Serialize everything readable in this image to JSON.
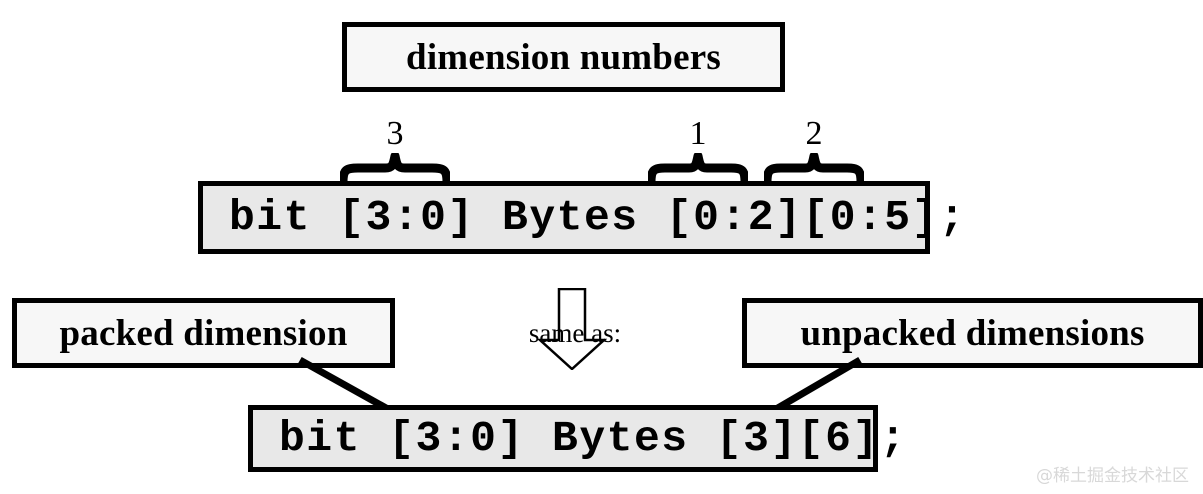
{
  "diagram": {
    "title_box": {
      "label": "dimension numbers"
    },
    "top_declaration": {
      "code": "bit [3:0] Bytes [0:2][0:5];"
    },
    "bottom_declaration": {
      "code": "bit [3:0] Bytes [3][6];"
    },
    "braces": [
      {
        "number": "3",
        "over": "[3:0]"
      },
      {
        "number": "1",
        "over": "[0:2]"
      },
      {
        "number": "2",
        "over": "[0:5]"
      }
    ],
    "callouts": {
      "packed": "packed dimension",
      "unpacked": "unpacked dimensions"
    },
    "equivalence_note": "same as:",
    "watermark": "@稀土掘金技术社区",
    "colors": {
      "code_fill": "#e8e8e8",
      "label_fill": "#f7f7f7",
      "stroke": "#000000",
      "watermark": "#d8d8d8"
    }
  }
}
